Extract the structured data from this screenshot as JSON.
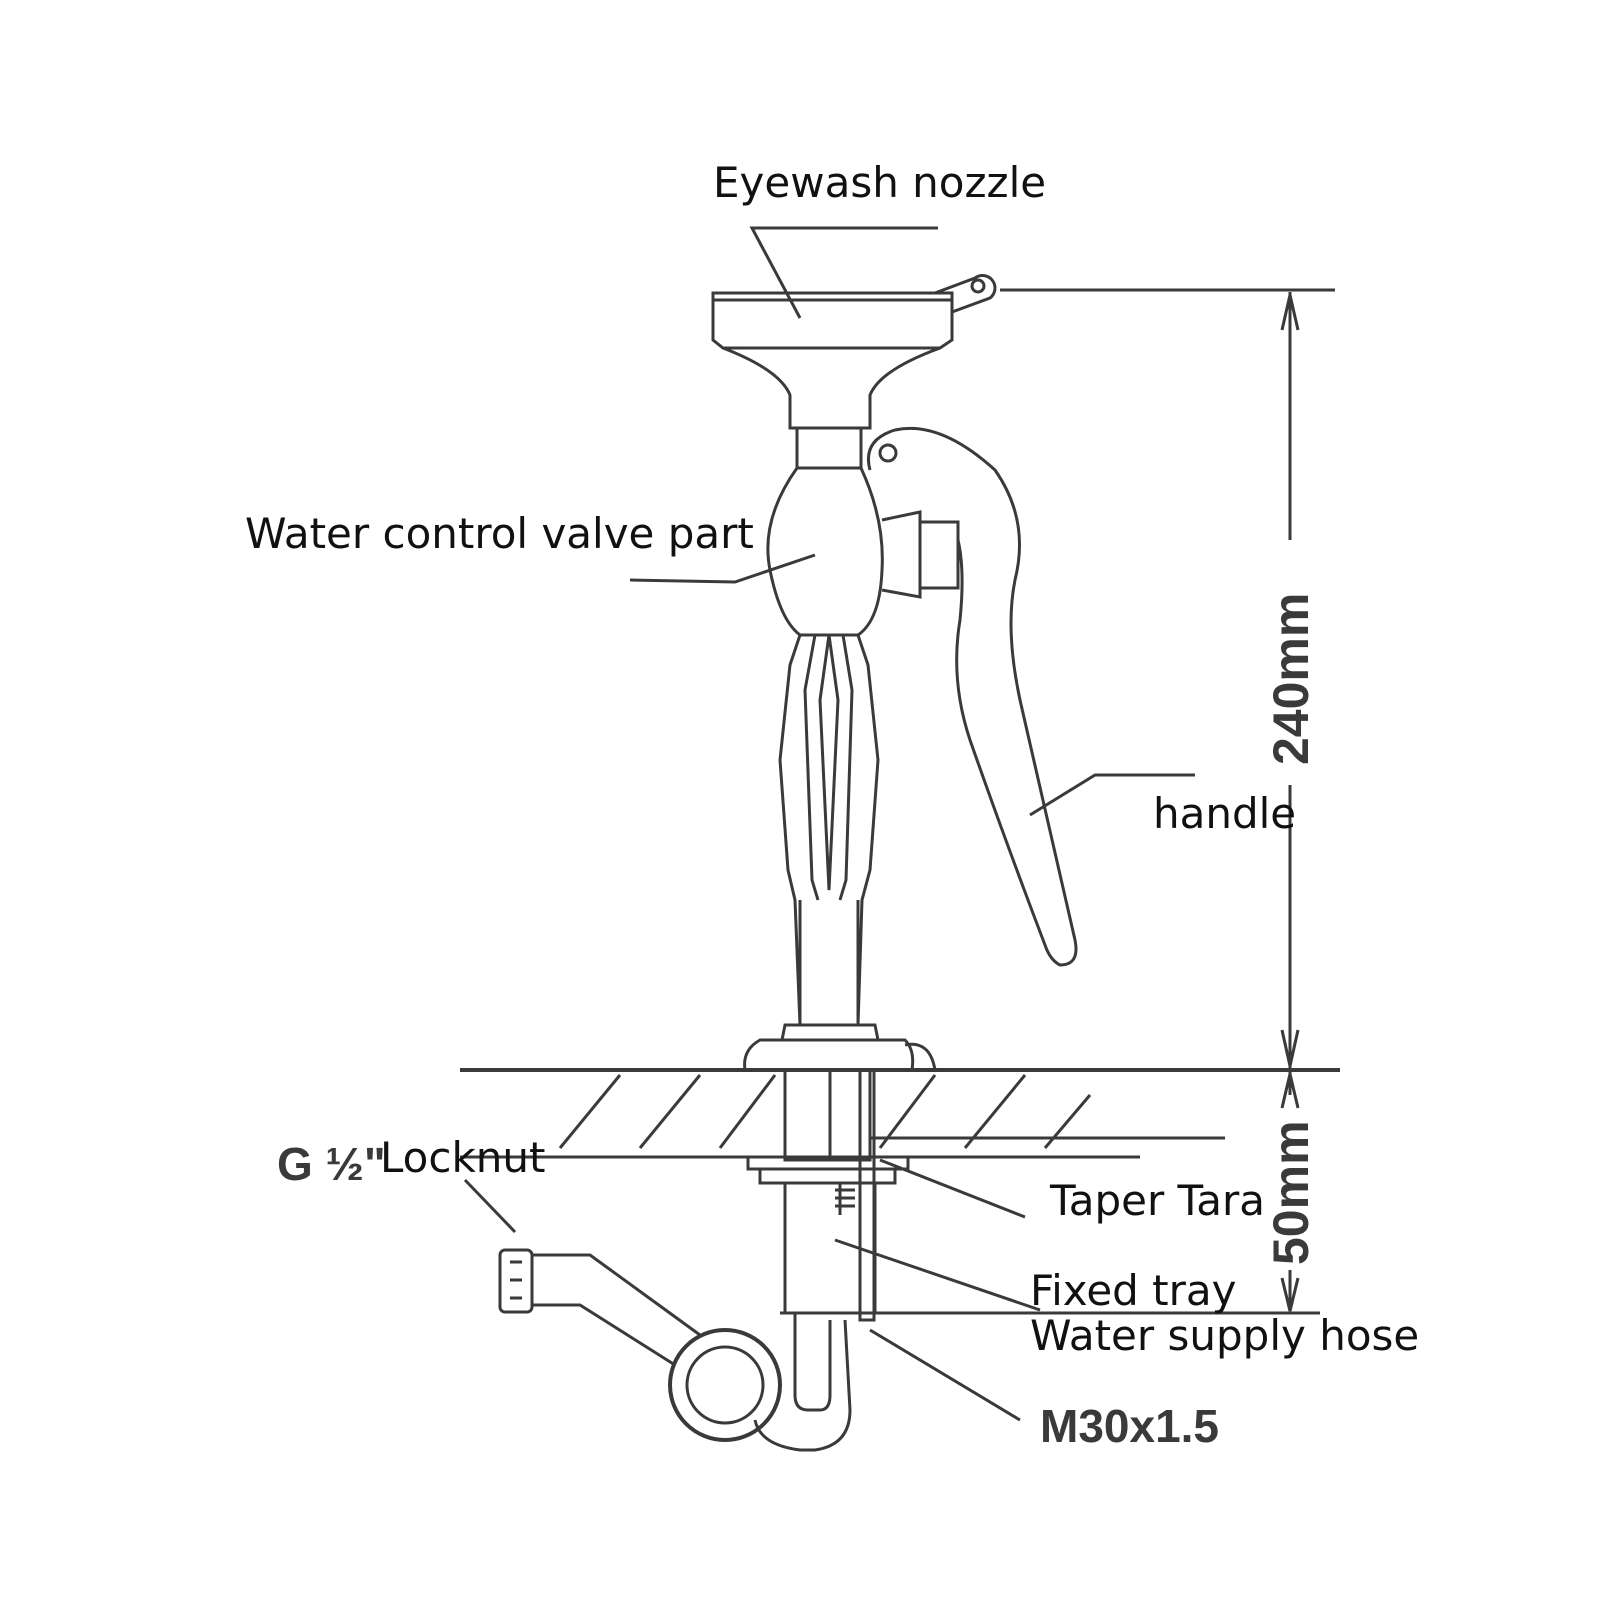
{
  "labels": {
    "eyewash_nozzle": "Eyewash nozzle",
    "water_control_valve": "Water control valve part",
    "handle": "handle",
    "locknut": "Locknut",
    "g_half": "G ½\"",
    "taper_tara": "Taper Tara",
    "fixed_tray": "Fixed tray",
    "water_supply_hose": "Water supply hose",
    "thread": "M30x1.5"
  },
  "dimensions": {
    "height_upper": "240mm",
    "height_lower": "50mm"
  },
  "colors": {
    "line": "#3a3a3a",
    "text": "#111111",
    "background": "#ffffff"
  }
}
